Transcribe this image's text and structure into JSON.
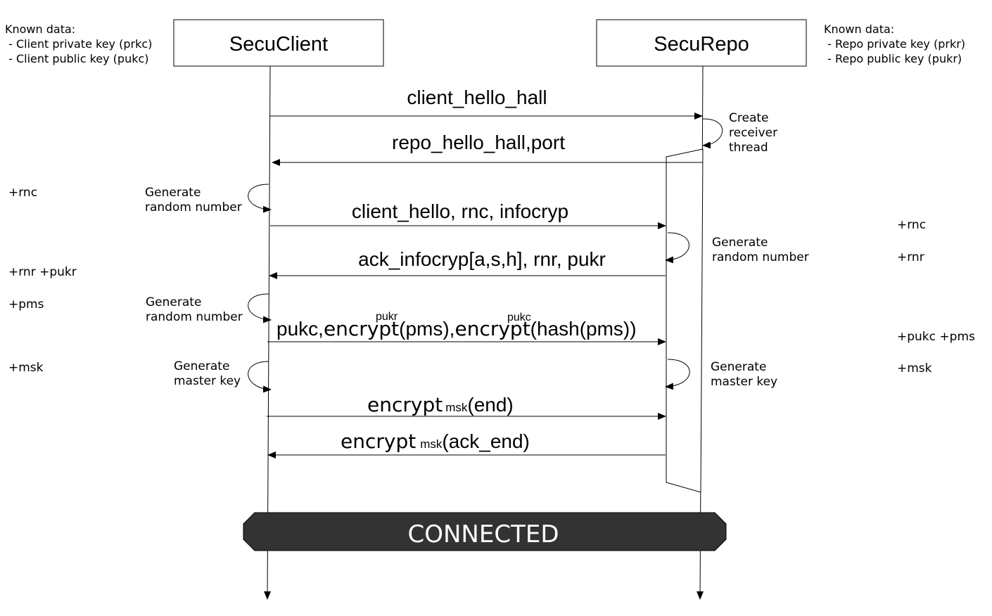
{
  "actors": {
    "client": "SecuClient",
    "repo": "SecuRepo"
  },
  "known": {
    "client": {
      "title": "Known data:",
      "line1": " - Client private key (prkc)",
      "line2": " - Client public key (pukc)"
    },
    "repo": {
      "title": "Known data:",
      "line1": " - Repo private key (prkr)",
      "line2": " - Repo public key (pukr)"
    }
  },
  "messages": {
    "m1": "client_hello_hall",
    "m2": "repo_hello_hall,port",
    "m3": "client_hello, rnc, infocryp",
    "m4": "ack_infocryp[a,s,h], rnr, pukr",
    "m5": {
      "part1": "pukc,",
      "enc1": "encrypt",
      "arg1": "(pms),",
      "enc2": "encrypt",
      "arg2": "(hash(pms))",
      "sup1": "pukr",
      "sup2": "pukc"
    },
    "m6": {
      "enc": "encrypt",
      "sub": "msk",
      "arg": "(end)"
    },
    "m7": {
      "enc": "encrypt",
      "sub": "msk",
      "arg": "(ack_end)"
    }
  },
  "notes": {
    "create_thread": {
      "l1": "Create",
      "l2": "receiver",
      "l3": "thread"
    },
    "client_gen_rn1": {
      "l1": "Generate",
      "l2": "random number"
    },
    "client_gen_rn2": {
      "l1": "Generate",
      "l2": "random number"
    },
    "client_gen_mk": {
      "l1": "Generate",
      "l2": "master key"
    },
    "repo_gen_rn": {
      "l1": "Generate",
      "l2": "random number"
    },
    "repo_gen_mk": {
      "l1": "Generate",
      "l2": "master key"
    }
  },
  "client_state": {
    "rnc": "+rnc",
    "rnr_pukr": "+rnr +pukr",
    "pms": "+pms",
    "msk": "+msk"
  },
  "repo_state": {
    "rnc": "+rnc",
    "rnr": "+rnr",
    "pukc_pms": "+pukc +pms",
    "msk": "+msk"
  },
  "banner": "CONNECTED"
}
